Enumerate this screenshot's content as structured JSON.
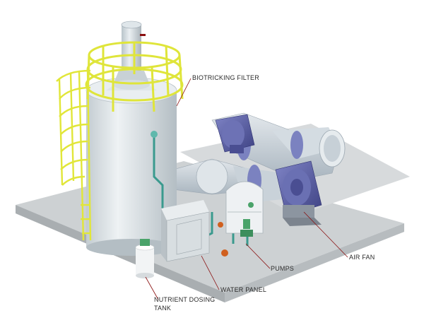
{
  "labels": {
    "biotrickling_filter": "BIOTRICKING FILTER",
    "air_fan": "AIR FAN",
    "pumps": "PUMPS",
    "water_panel": "WATER PANEL",
    "nutrient_dosing_tank_line1": "NUTRIENT DOSING",
    "nutrient_dosing_tank_line2": "TANK"
  },
  "colors": {
    "base": "#c9cdcf",
    "vessel": "#d8dfe3",
    "railing": "#e4e93a",
    "duct": "#c2ccd4",
    "fan": "#5a5fa6",
    "pipe": "#3a9a8e",
    "leader": "#8a1010"
  }
}
